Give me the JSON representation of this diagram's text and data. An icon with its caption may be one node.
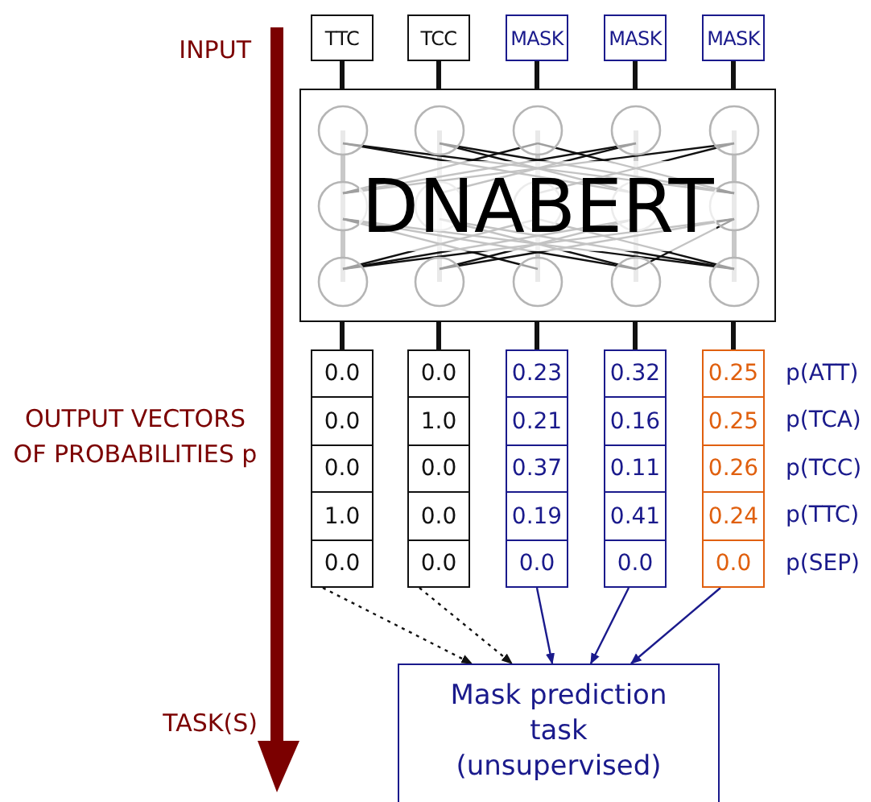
{
  "diagram": {
    "nodes": [
      {
        "text": [
          "TTC"
        ]
      },
      {
        "text": [
          "TCC"
        ]
      },
      {
        "text": [
          "MASK"
        ]
      },
      {
        "text": [
          "MASK"
        ]
      },
      {
        "text": [
          "MASK"
        ]
      },
      {
        "text": [
          "DNABERT"
        ]
      },
      {
        "text": [
          "0.0",
          "0.0",
          "0.0",
          "1.0",
          "0.0"
        ]
      },
      {
        "text": [
          "0.0",
          "1.0",
          "0.0",
          "0.0",
          "0.0"
        ]
      },
      {
        "text": [
          "0.23",
          "0.21",
          "0.37",
          "0.19",
          "0.0"
        ]
      },
      {
        "text": [
          "0.32",
          "0.16",
          "0.11",
          "0.41",
          "0.0"
        ]
      },
      {
        "text": [
          "0.25",
          "0.25",
          "0.26",
          "0.24",
          "0.0"
        ]
      },
      {
        "text": [
          "Mask prediction task (unsupervised)"
        ]
      }
    ],
    "edges": [
      {
        "from": 0,
        "to": 5,
        "arrow": "none"
      },
      {
        "from": 1,
        "to": 5,
        "arrow": "none"
      },
      {
        "from": 2,
        "to": 5,
        "arrow": "none"
      },
      {
        "from": 3,
        "to": 5,
        "arrow": "none"
      },
      {
        "from": 4,
        "to": 5,
        "arrow": "none"
      },
      {
        "from": 5,
        "to": 6,
        "arrow": "none"
      },
      {
        "from": 5,
        "to": 7,
        "arrow": "none"
      },
      {
        "from": 5,
        "to": 8,
        "arrow": "none"
      },
      {
        "from": 5,
        "to": 9,
        "arrow": "none"
      },
      {
        "from": 5,
        "to": 10,
        "arrow": "none"
      },
      {
        "from": 6,
        "to": 11,
        "arrow": "to",
        "style": "dashed"
      },
      {
        "from": 7,
        "to": 11,
        "arrow": "to",
        "style": "dashed"
      },
      {
        "from": 8,
        "to": 11,
        "arrow": "to",
        "color": "#1a1a8c"
      },
      {
        "from": 9,
        "to": 11,
        "arrow": "to",
        "color": "#1a1a8c"
      },
      {
        "from": 10,
        "to": 11,
        "arrow": "to",
        "color": "#1a1a8c"
      }
    ],
    "labels": [
      "INPUT",
      "OUTPUT VECTORS OF PROBABILITIES p",
      "p(ATT)",
      "p(TCA)",
      "p(TCC)",
      "p(TTC)",
      "p(SEP)",
      "TASK(S)"
    ]
  }
}
